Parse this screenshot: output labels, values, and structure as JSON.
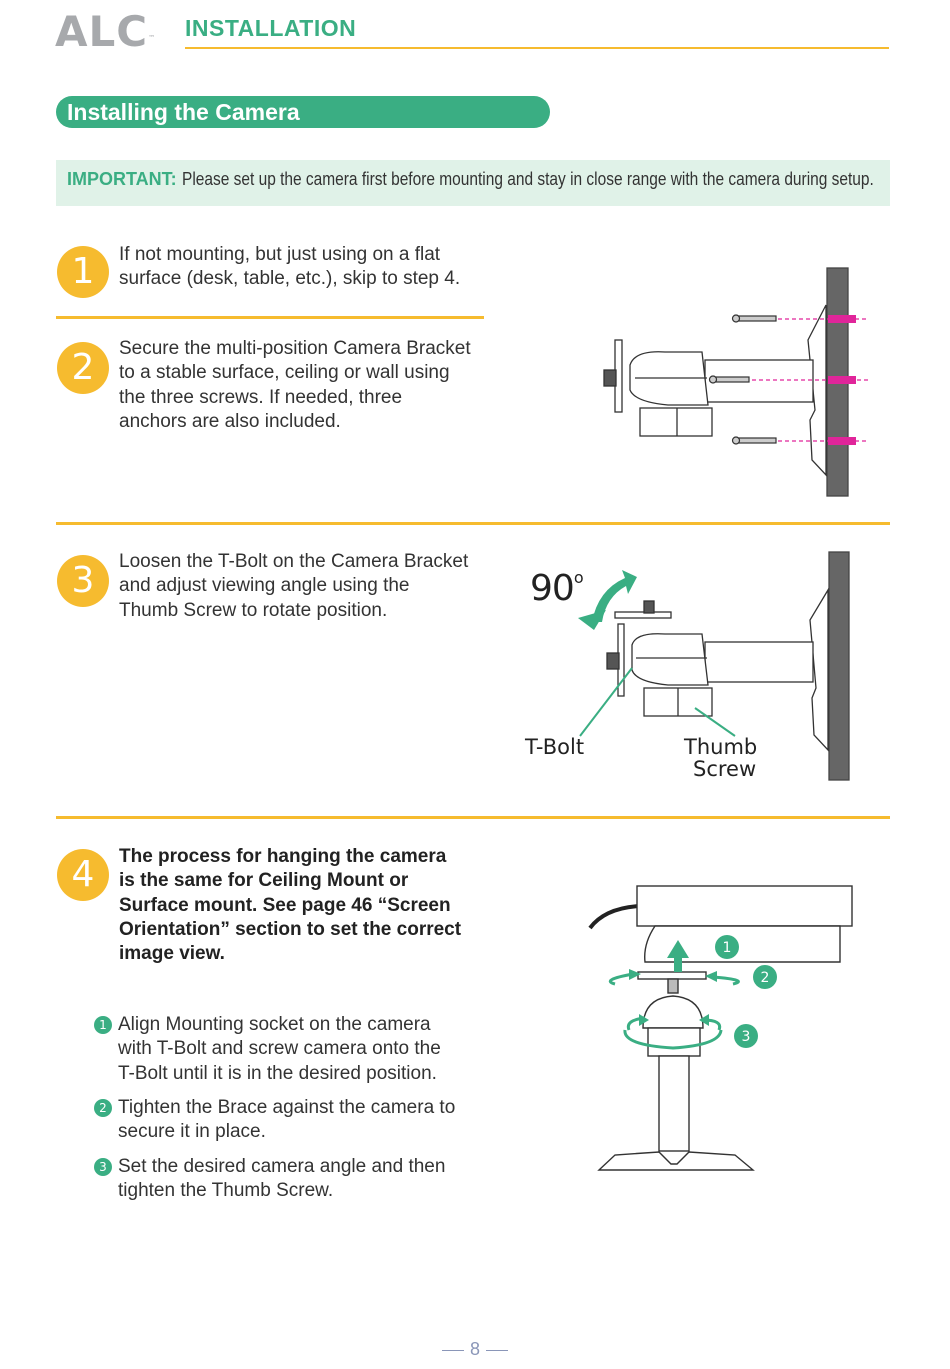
{
  "header": {
    "logo": "ALC",
    "logo_tm": "™",
    "section": "INSTALLATION"
  },
  "title": "Installing the Camera",
  "important": {
    "label": "IMPORTANT:",
    "text": "Please set up the camera first before mounting and stay in close range with the camera during setup."
  },
  "steps": [
    {
      "number": "1",
      "lines": [
        "If not mounting, but just using on a flat",
        "surface (desk, table, etc.), skip to step 4."
      ]
    },
    {
      "number": "2",
      "lines": [
        "Secure the multi-position Camera Bracket",
        "to a stable surface, ceiling or wall using",
        "the three screws. If needed, three",
        "anchors are also included."
      ]
    },
    {
      "number": "3",
      "lines": [
        "Loosen the T-Bolt on the Camera Bracket",
        "and adjust viewing angle using the",
        "Thumb Screw to rotate position."
      ]
    },
    {
      "number": "4",
      "lines": [
        "The process for hanging the camera",
        "is the same for Ceiling Mount or",
        "Surface mount. See page 46  “Screen",
        "Orientation” section to set the correct",
        "image view."
      ]
    }
  ],
  "substeps": [
    {
      "number": "1",
      "lines": [
        "Align Mounting socket on the camera",
        "with T-Bolt and screw camera onto the",
        "T-Bolt until it is in the desired position."
      ]
    },
    {
      "number": "2",
      "lines": [
        "Tighten the Brace against the camera to",
        "secure it in place."
      ]
    },
    {
      "number": "3",
      "lines": [
        "Set the desired camera angle and then",
        "tighten the Thumb Screw."
      ]
    }
  ],
  "diagram3": {
    "angle": "90",
    "degree": "o",
    "tbolt_label": "T-Bolt",
    "thumb_label_1": "Thumb",
    "thumb_label_2": "Screw"
  },
  "diagram4": {
    "callouts": [
      "1",
      "2",
      "3"
    ]
  },
  "colors": {
    "green": "#3aae83",
    "yellow": "#f6bb2f",
    "light_green": "#e0f2e8",
    "magenta": "#e0259a"
  },
  "page_number": "8"
}
